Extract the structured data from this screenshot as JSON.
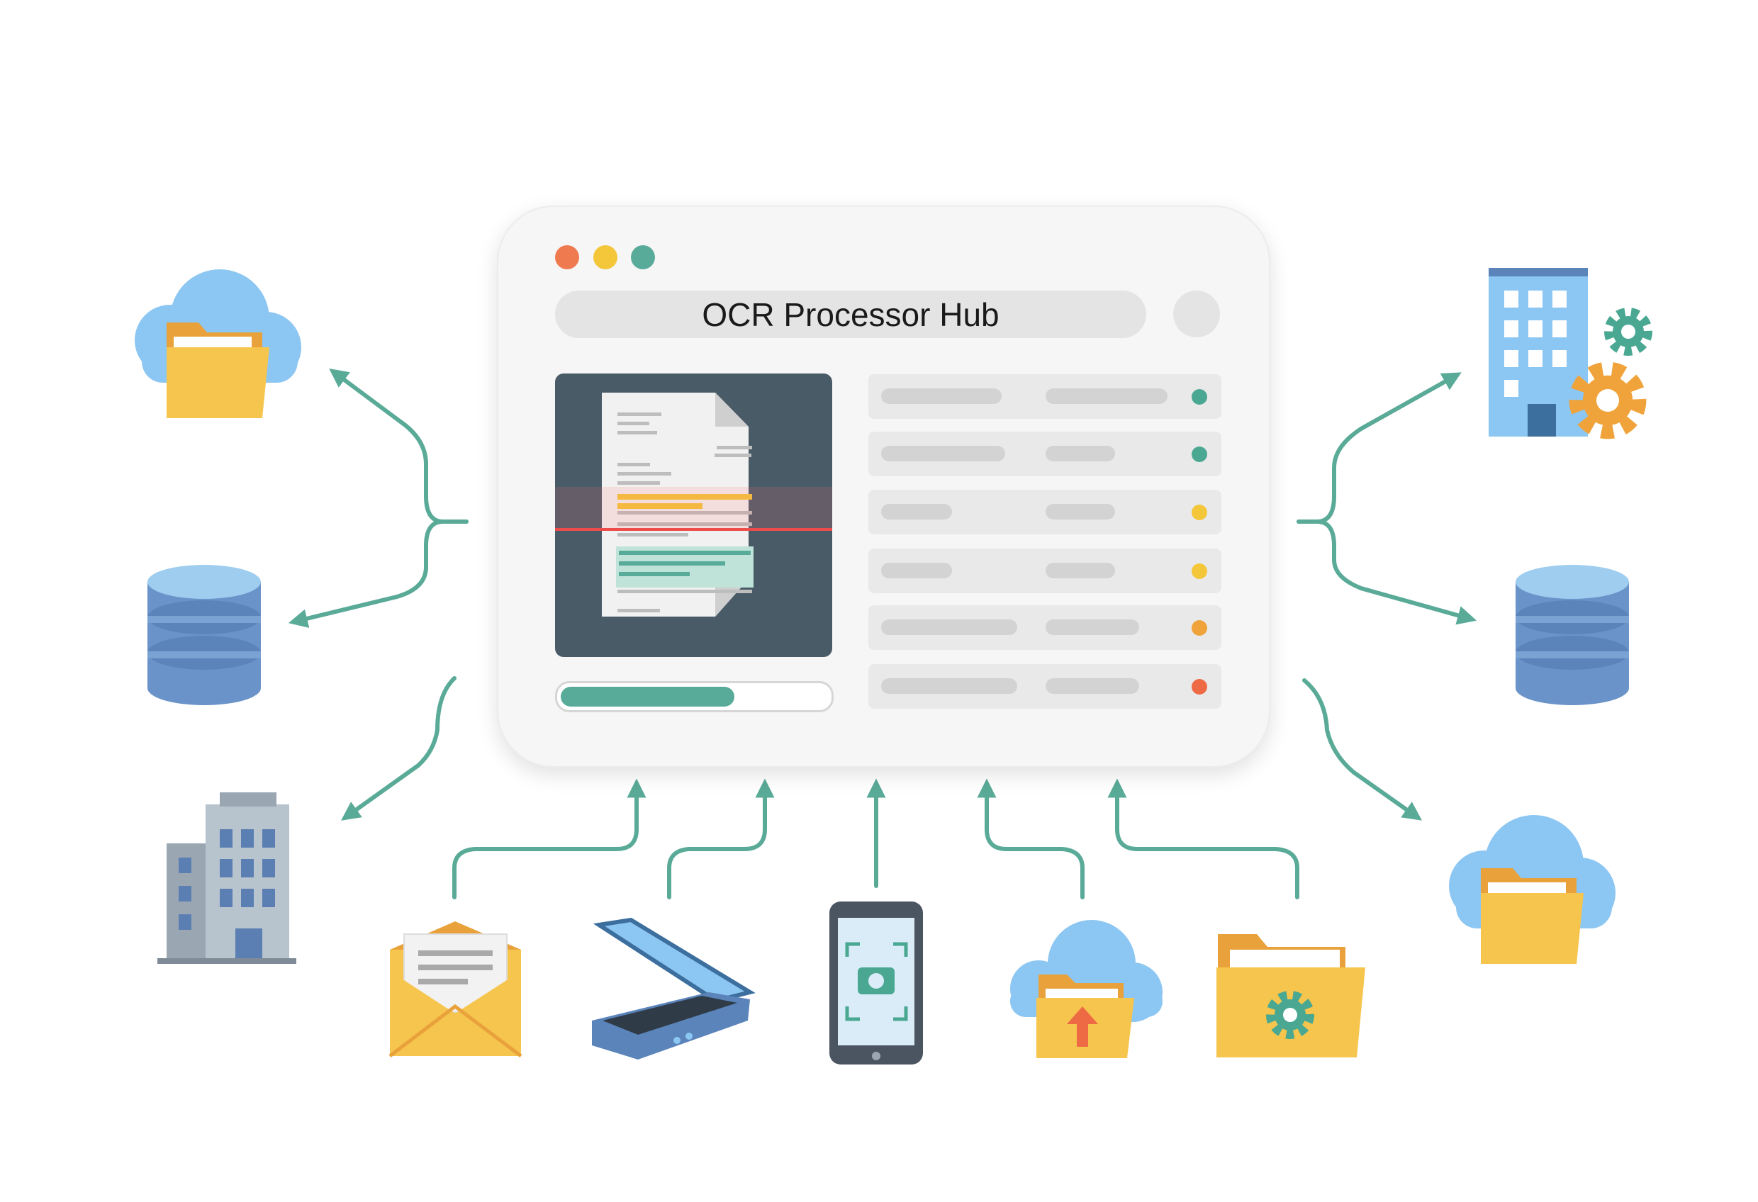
{
  "window": {
    "title": "OCR Processor Hub",
    "traffic_lights": [
      "#f07a50",
      "#f4c63a",
      "#58ab99"
    ]
  },
  "scan_progress": 0.65,
  "queue": [
    {
      "status": "done",
      "color": "#4aa892"
    },
    {
      "status": "done",
      "color": "#4aa892"
    },
    {
      "status": "pending",
      "color": "#f4c63a"
    },
    {
      "status": "pending",
      "color": "#f4c63a"
    },
    {
      "status": "processing",
      "color": "#f0a33a"
    },
    {
      "status": "error",
      "color": "#ee6a45"
    }
  ],
  "colors": {
    "arrow": "#5aaa98",
    "cloud": "#8cc6f2",
    "folder": "#f6c54d",
    "database": "#6a93c9"
  }
}
